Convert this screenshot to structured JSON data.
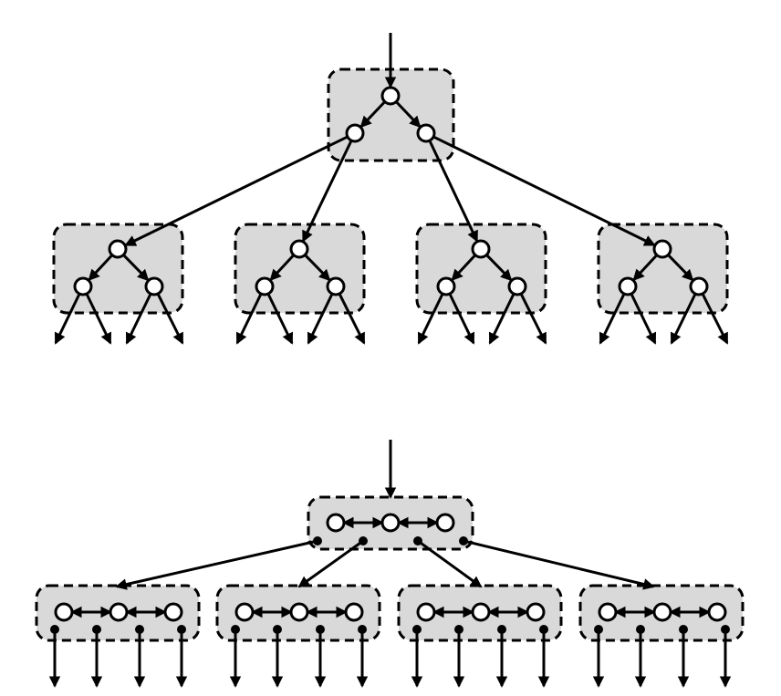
{
  "colors": {
    "box_fill": "#d9d9d9",
    "box_stroke": "#000000",
    "edge": "#000000",
    "node_fill": "#ffffff",
    "node_stroke": "#000000",
    "pointer_dot": "#000000",
    "background": "#ffffff"
  },
  "top_diagram": {
    "kind": "binary-tree-blocks",
    "root_block_nodes": 3,
    "child_blocks": 4,
    "child_block_nodes": 3,
    "outgoing_edges_per_child_block": 4
  },
  "bottom_diagram": {
    "kind": "b-tree-node-blocks",
    "root_block_keys": 3,
    "root_block_pointers": 4,
    "child_blocks": 4,
    "child_block_keys": 3,
    "child_block_pointers": 4
  }
}
